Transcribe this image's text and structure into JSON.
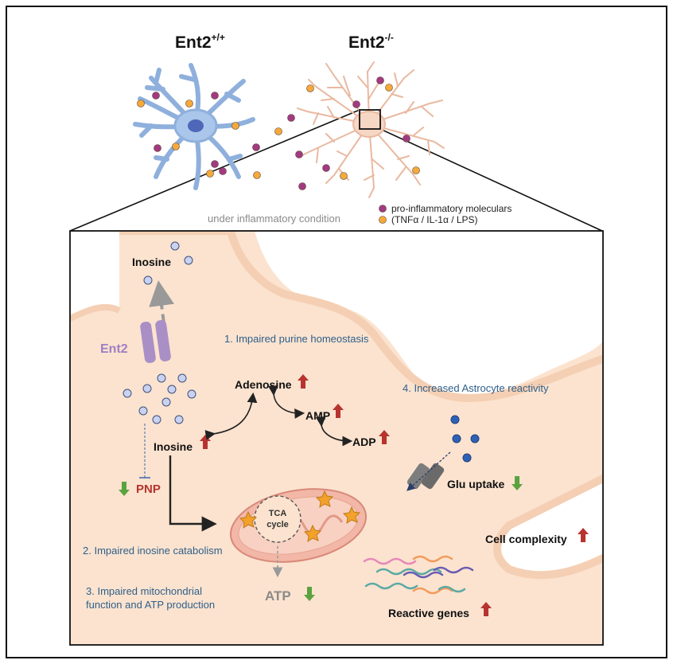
{
  "top": {
    "wt_label": "Ent2",
    "wt_sup": "+/+",
    "ko_label": "Ent2",
    "ko_sup": "-/-",
    "condition": "under inflammatory condition",
    "legend": {
      "item1": "pro-inflammatory moleculars",
      "item2": "(TNFα / IL-1α / LPS)"
    }
  },
  "panel": {
    "inosine_out": "Inosine",
    "transporter": "Ent2",
    "step1": "1.  Impaired purine homeostasis",
    "adenosine": "Adenosine",
    "amp": "AMP",
    "adp": "ADP",
    "inosine_in": "Inosine",
    "pnp": "PNP",
    "tca_line1": "TCA",
    "tca_line2": "cycle",
    "step2": "2. Impaired inosine catabolism",
    "step3_line1": "3. Impaired mitochondrial",
    "step3_line2": "function and ATP production",
    "atp": "ATP",
    "step4": "4. Increased Astrocyte reactivity",
    "glu": "Glu uptake",
    "complexity": "Cell complexity",
    "reactive": "Reactive genes"
  },
  "colors": {
    "purple_dot": "#a23a82",
    "orange_dot": "#f4a93a",
    "red_arrow": "#b7332f",
    "green_arrow": "#5aa33f",
    "cell_bg": "#fbe3cf",
    "step_text": "#2f5f8a",
    "wt_cell": "#aac6ea",
    "ko_cell": "#f6d7c4"
  }
}
